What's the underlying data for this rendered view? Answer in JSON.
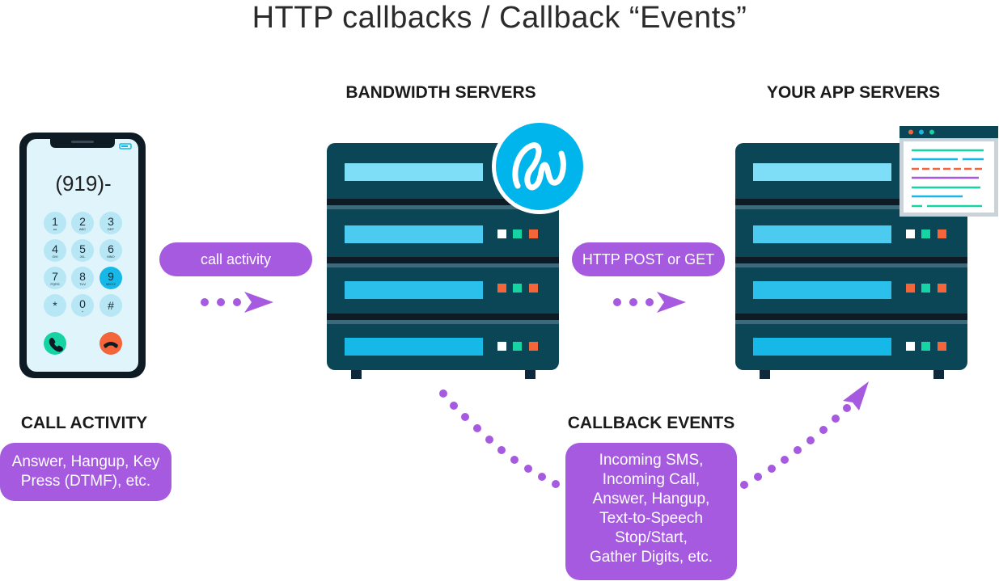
{
  "title": "HTTP callbacks / Callback “Events”",
  "headings": {
    "bandwidth_servers": "BANDWIDTH SERVERS",
    "your_app_servers": "YOUR APP SERVERS",
    "call_activity": "CALL ACTIVITY",
    "callback_events": "CALLBACK EVENTS"
  },
  "phone": {
    "number": "(919)-",
    "keys": [
      {
        "digit": "1",
        "sub": "oo"
      },
      {
        "digit": "2",
        "sub": "ABC"
      },
      {
        "digit": "3",
        "sub": "DEF"
      },
      {
        "digit": "4",
        "sub": "GHI"
      },
      {
        "digit": "5",
        "sub": "JKL"
      },
      {
        "digit": "6",
        "sub": "MNO"
      },
      {
        "digit": "7",
        "sub": "PQRS"
      },
      {
        "digit": "8",
        "sub": "TUV"
      },
      {
        "digit": "9",
        "sub": "WXYZ"
      },
      {
        "digit": "*",
        "sub": ""
      },
      {
        "digit": "0",
        "sub": "+"
      },
      {
        "digit": "#",
        "sub": ""
      }
    ]
  },
  "pills": {
    "call_activity": "call activity",
    "http_post_get": "HTTP POST or GET"
  },
  "boxes": {
    "call_activity_desc": "Answer, Hangup, Key\nPress (DTMF), etc.",
    "callback_events_desc": "Incoming SMS,\nIncoming Call,\nAnswer, Hangup,\nText-to-Speech\nStop/Start,\nGather Digits, etc."
  },
  "colors": {
    "purple": "#a55ae0",
    "server_body": "#0b4657",
    "server_slot_light": "#7fdef7",
    "server_slot_dark": "#15b8e6",
    "led_white": "#ffffff",
    "led_green": "#16d3a4",
    "led_orange": "#f4653a",
    "logo_blue": "#00b4ec",
    "phone_screen": "#dff4fb"
  },
  "icons": {
    "logo": "bandwidth-logo-icon",
    "call": "call-icon",
    "hangup": "hangup-icon",
    "browser": "browser-window-icon"
  }
}
